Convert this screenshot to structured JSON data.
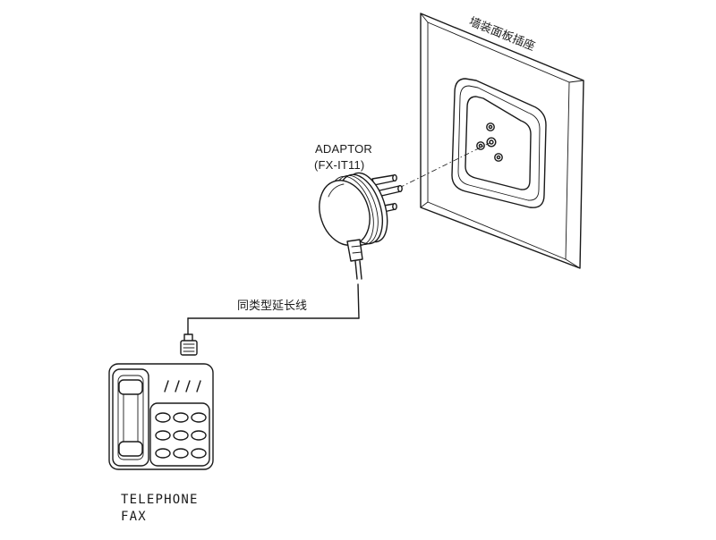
{
  "labels": {
    "wall_socket": "墙装面板插座",
    "adaptor_name": "ADAPTOR",
    "adaptor_model": "(FX-IT11)",
    "cable": "同类型延长线",
    "device_line1": "TELEPHONE",
    "device_line2": "FAX"
  }
}
